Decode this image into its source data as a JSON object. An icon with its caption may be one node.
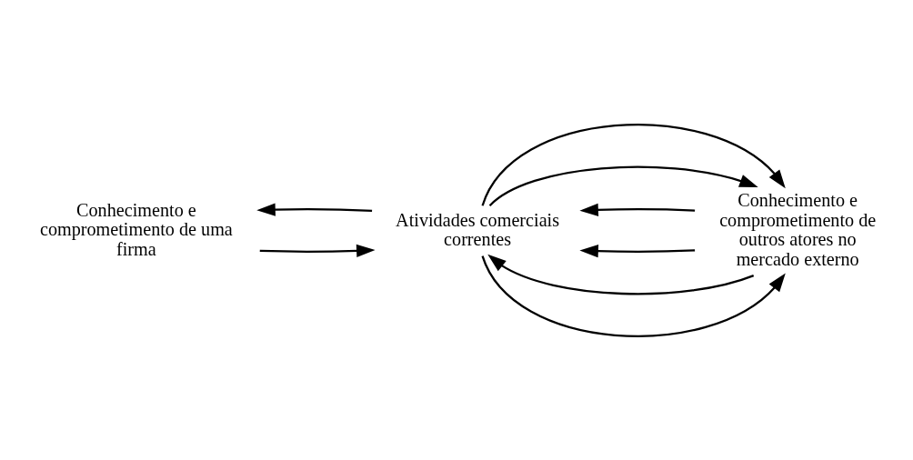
{
  "diagram": {
    "nodes": [
      {
        "text": [
          "Conhecimento e comprometimento de uma firma"
        ]
      },
      {
        "text": [
          "Atividades comerciais correntes"
        ]
      },
      {
        "text": [
          "Conhecimento e comprometimento de outros atores no mercado externo"
        ]
      }
    ],
    "edges": [
      {
        "from": 0,
        "to": 1,
        "arrow": "to"
      },
      {
        "from": 1,
        "to": 0,
        "arrow": "to"
      },
      {
        "from": 2,
        "to": 1,
        "arrow": "to"
      },
      {
        "from": 2,
        "to": 1,
        "arrow": "to"
      },
      {
        "from": 2,
        "to": 1,
        "arrow": "to"
      },
      {
        "from": 1,
        "to": 2,
        "arrow": "to"
      },
      {
        "from": 1,
        "to": 2,
        "arrow": "to"
      },
      {
        "from": 1,
        "to": 2,
        "arrow": "to"
      }
    ]
  }
}
